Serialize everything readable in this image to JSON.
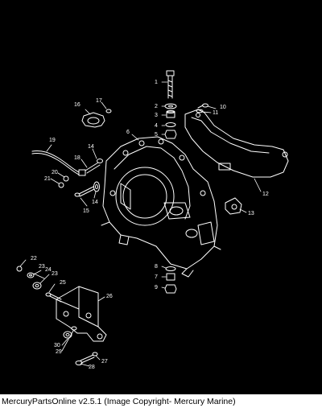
{
  "diagram": {
    "background_color": "#000000",
    "line_color": "#ffffff",
    "callouts": [
      "1",
      "2",
      "3",
      "4",
      "5",
      "6",
      "7",
      "8",
      "9",
      "10",
      "11",
      "12",
      "13",
      "14",
      "14",
      "15",
      "16",
      "17",
      "18",
      "19",
      "20",
      "21",
      "22",
      "23",
      "23",
      "24",
      "25",
      "26",
      "27",
      "28",
      "29",
      "30"
    ]
  },
  "caption": {
    "text": "MercuryPartsOnline v2.5.1 (Image Copyright- Mercury Marine)"
  }
}
